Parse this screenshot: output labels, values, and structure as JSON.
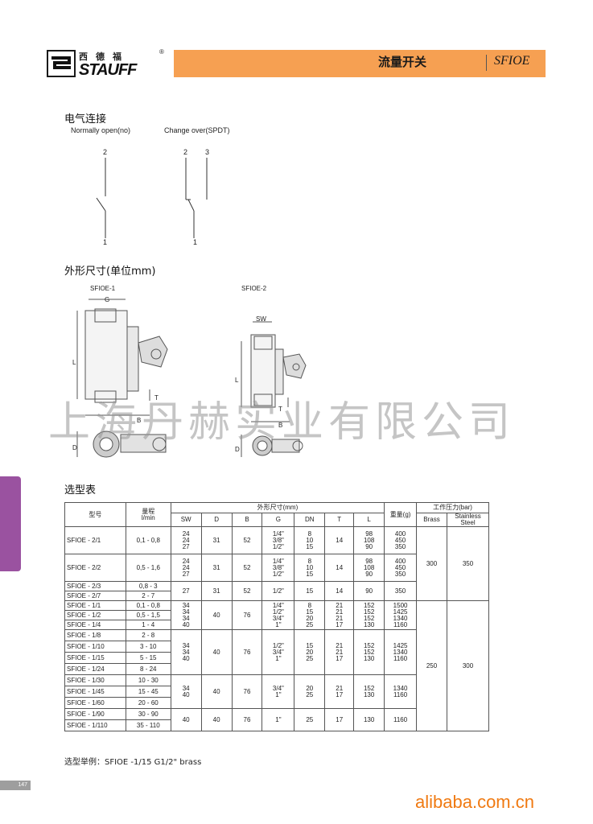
{
  "header": {
    "logo_cn": "西德福",
    "logo_en": "STAUFF",
    "logo_reg": "®",
    "title": "流量开关",
    "model": "SFIOE"
  },
  "electrical": {
    "heading": "电气连接",
    "no_label": "Normally open(no)",
    "spdt_label": "Change over(SPDT)",
    "no_top": "2",
    "no_bottom": "1",
    "spdt_top_left": "2",
    "spdt_top_right": "3",
    "spdt_bottom": "1"
  },
  "dimensions": {
    "heading": "外形尺寸(单位mm)",
    "fig1_label": "SFIOE-1",
    "fig2_label": "SFIOE-2",
    "g": "G",
    "sw": "SW",
    "l": "L",
    "t": "T",
    "b": "B",
    "d": "D"
  },
  "watermark": "上海丹赫实业有限公司",
  "table": {
    "heading": "选型表",
    "h_model": "型号",
    "h_range": "量程",
    "h_range_unit": "l/min",
    "h_dims": "外形尺寸(mm)",
    "h_sw": "SW",
    "h_d": "D",
    "h_b": "B",
    "h_g": "G",
    "h_dn": "DN",
    "h_t": "T",
    "h_l": "L",
    "h_weight": "重量(g)",
    "h_pressure": "工作压力(bar)",
    "h_brass": "Brass",
    "h_ss": "Stainless Steel",
    "rows": {
      "r1": {
        "model": "SFIOE - 2/1",
        "range": "0,1 - 0,8"
      },
      "g1": {
        "sw": "24\n24\n27",
        "d": "31",
        "b": "52",
        "g": "1/4\"\n3/8\"\n1/2\"",
        "dn": "8\n10\n15",
        "t": "14",
        "l": "98\n108\n90",
        "w": "400\n450\n350"
      },
      "r2": {
        "model": "SFIOE - 2/2",
        "range": "0,5 - 1,6"
      },
      "g2": {
        "sw": "24\n24\n27",
        "d": "31",
        "b": "52",
        "g": "1/4\"\n3/8\"\n1/2\"",
        "dn": "8\n10\n15",
        "t": "14",
        "l": "98\n108\n90",
        "w": "400\n450\n350"
      },
      "r3": {
        "model": "SFIOE - 2/3",
        "range": "0,8 - 3"
      },
      "r4": {
        "model": "SFIOE - 2/7",
        "range": "2 - 7"
      },
      "g3": {
        "sw": "27",
        "d": "31",
        "b": "52",
        "g": "1/2\"",
        "dn": "15",
        "t": "14",
        "l": "90",
        "w": "350"
      },
      "p1": {
        "brass": "300",
        "ss": "350"
      },
      "r5": {
        "model": "SFIOE - 1/1",
        "range": "0,1 - 0,8"
      },
      "r6": {
        "model": "SFIOE - 1/2",
        "range": "0,5 - 1,5"
      },
      "r7": {
        "model": "SFIOE - 1/4",
        "range": "1 - 4"
      },
      "g4": {
        "sw": "34\n34\n34\n40",
        "d": "40",
        "b": "76",
        "g": "1/4\"\n1/2\"\n3/4\"\n1\"",
        "dn": "8\n15\n20\n25",
        "t": "21\n21\n21\n17",
        "l": "152\n152\n152\n130",
        "w": "1500\n1425\n1340\n1160"
      },
      "r8": {
        "model": "SFIOE - 1/8",
        "range": "2 - 8"
      },
      "r9": {
        "model": "SFIOE - 1/10",
        "range": "3 - 10"
      },
      "r10": {
        "model": "SFIOE - 1/15",
        "range": "5 - 15"
      },
      "r11": {
        "model": "SFIOE - 1/24",
        "range": "8 - 24"
      },
      "g5": {
        "sw": "34\n34\n40",
        "d": "40",
        "b": "76",
        "g": "1/2\"\n3/4\"\n1\"",
        "dn": "15\n20\n25",
        "t": "21\n21\n17",
        "l": "152\n152\n130",
        "w": "1425\n1340\n1160"
      },
      "r12": {
        "model": "SFIOE - 1/30",
        "range": "10 - 30"
      },
      "r13": {
        "model": "SFIOE - 1/45",
        "range": "15 - 45"
      },
      "r14": {
        "model": "SFIOE - 1/60",
        "range": "20 - 60"
      },
      "g6": {
        "sw": "34\n40",
        "d": "40",
        "b": "76",
        "g": "3/4\"\n1\"",
        "dn": "20\n25",
        "t": "21\n17",
        "l": "152\n130",
        "w": "1340\n1160"
      },
      "r15": {
        "model": "SFIOE - 1/90",
        "range": "30 - 90"
      },
      "r16": {
        "model": "SFIOE - 1/110",
        "range": "35 - 110"
      },
      "g7": {
        "sw": "40",
        "d": "40",
        "b": "76",
        "g": "1\"",
        "dn": "25",
        "t": "17",
        "l": "130",
        "w": "1160"
      },
      "p2": {
        "brass": "250",
        "ss": "300"
      }
    }
  },
  "example": "选型举例：SFIOE -1/15   G1/2\"   brass",
  "page_number": "147",
  "site": "alibaba.com.cn",
  "colors": {
    "accent": "#f6a052",
    "tab": "#9a52a0",
    "site": "#f07a12"
  }
}
